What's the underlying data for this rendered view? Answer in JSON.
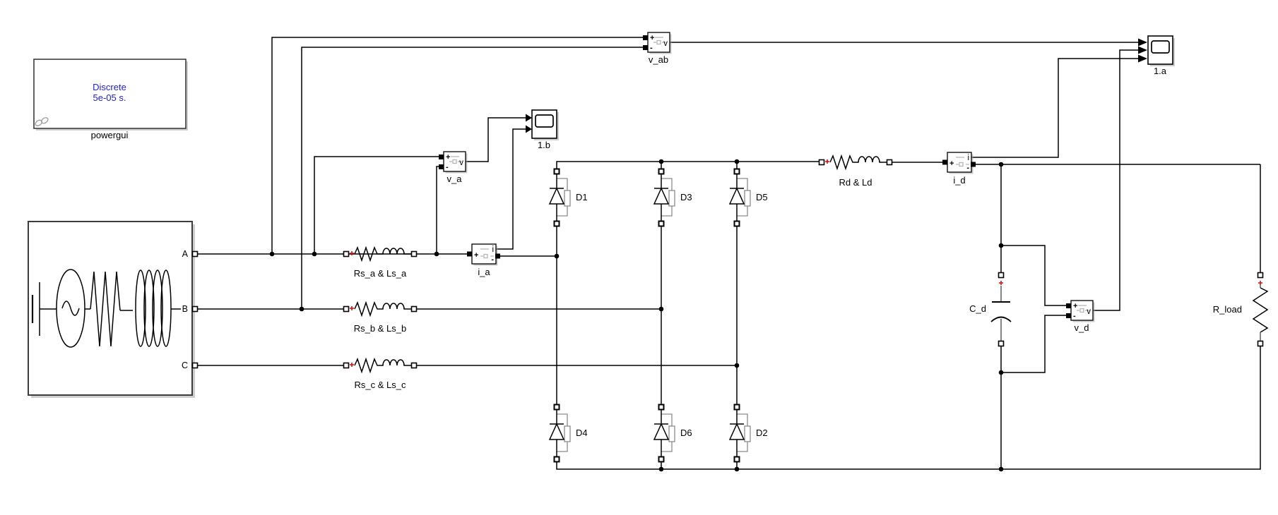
{
  "colors": {
    "background": "#ffffff",
    "wire": "#000000",
    "polarity_red": "#cc1111",
    "powergui_text_blue": "#2222cc",
    "shadow_gray": "#a6a6a6",
    "detail_gray": "#8c8c8c"
  },
  "glyphs": {
    "plus": "+",
    "minus": "-",
    "voltage": "v",
    "current": "i"
  },
  "powergui": {
    "label": "powergui",
    "mode": "Discrete",
    "sample_time": "5e-05 s."
  },
  "source": {
    "port_a": "A",
    "port_b": "B",
    "port_c": "C"
  },
  "branches": {
    "rs_a": "Rs_a & Ls_a",
    "rs_b": "Rs_b & Ls_b",
    "rs_c": "Rs_c & Ls_c",
    "rd_ld": "Rd & Ld"
  },
  "measurements": {
    "v_a": "v_a",
    "v_ab": "v_ab",
    "v_d": "v_d",
    "i_a": "i_a",
    "i_d": "i_d"
  },
  "scopes": {
    "scope_1a": "1.a",
    "scope_1b": "1.b"
  },
  "diodes": {
    "d1": "D1",
    "d3": "D3",
    "d5": "D5",
    "d4": "D4",
    "d6": "D6",
    "d2": "D2"
  },
  "load": {
    "capacitor": "C_d",
    "resistor": "R_load"
  }
}
